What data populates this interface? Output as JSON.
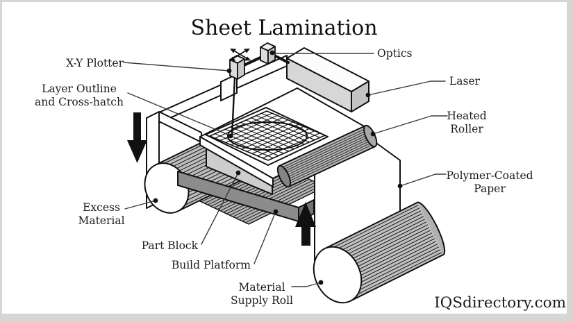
{
  "title": "Sheet Lamination",
  "watermark": "IQSdirectory.com",
  "labels": {
    "xy_plotter": "X-Y Plotter",
    "layer_outline": "Layer Outline\nand Cross-hatch",
    "optics": "Optics",
    "laser": "Laser",
    "heated_roller": "Heated\nRoller",
    "polymer_paper": "Polymer-Coated\nPaper",
    "excess_material": "Excess\nMaterial",
    "part_block": "Part Block",
    "build_platform": "Build Platform",
    "material_supply": "Material\nSupply Roll"
  },
  "colors": {
    "ink": "#111111",
    "label_text": "#1c1c1c",
    "leader_line": "#3a3a3a",
    "frame": "#d6d6d6",
    "roll_gray": "#bdbdbd",
    "platform_gray": "#8c8c8c",
    "part_block_gray": "#cdcdcd"
  }
}
